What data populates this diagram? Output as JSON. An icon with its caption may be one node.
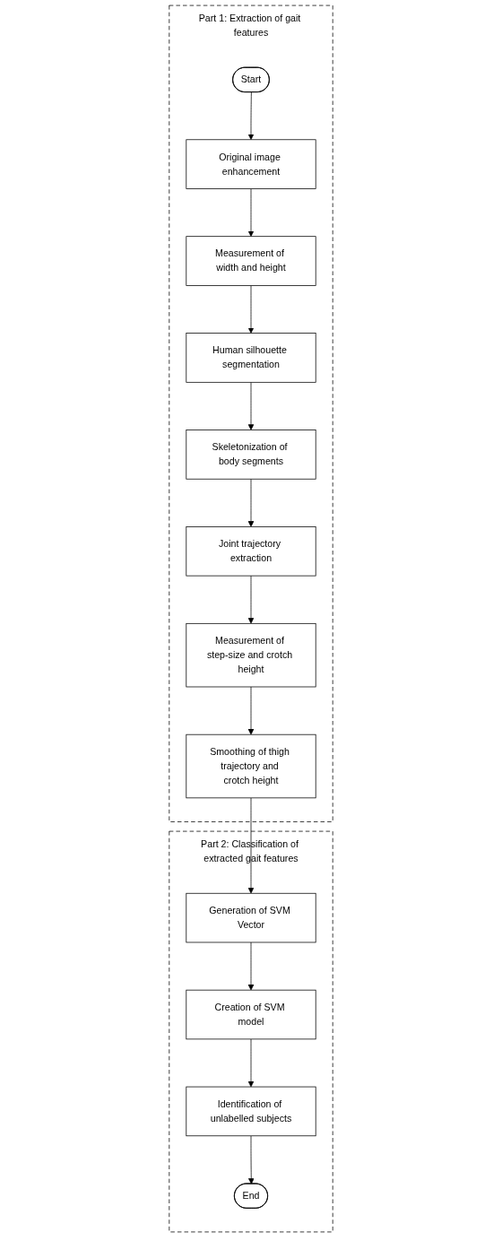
{
  "diagram": {
    "nodes": [
      {
        "text": [
          "Part 1: Extraction of gait features"
        ]
      },
      {
        "text": [
          "Start"
        ],
        "in": 0
      },
      {
        "text": [
          "Original image enhancement"
        ],
        "in": 0
      },
      {
        "text": [
          "Measurement of width and height"
        ],
        "in": 0
      },
      {
        "text": [
          "Human silhouette segmentation"
        ],
        "in": 0
      },
      {
        "text": [
          "Skeletonization of body segments"
        ],
        "in": 0
      },
      {
        "text": [
          "Joint trajectory extraction"
        ],
        "in": 0
      },
      {
        "text": [
          "Measurement of step-size and crotch height"
        ],
        "in": 0
      },
      {
        "text": [
          "Smoothing of thigh trajectory and crotch height"
        ],
        "in": 0
      },
      {
        "text": [
          "Part 2: Classification of extracted gait features"
        ]
      },
      {
        "text": [
          "Generation of SVM Vector"
        ],
        "in": 9
      },
      {
        "text": [
          "Creation of SVM model"
        ],
        "in": 9
      },
      {
        "text": [
          "Identification of unlabelled subjects"
        ],
        "in": 9
      },
      {
        "text": [
          "End"
        ],
        "in": 9
      }
    ],
    "edges": [
      {
        "from": 1,
        "to": 2,
        "arrow": "to"
      },
      {
        "from": 2,
        "to": 3,
        "arrow": "to"
      },
      {
        "from": 3,
        "to": 4,
        "arrow": "to"
      },
      {
        "from": 4,
        "to": 5,
        "arrow": "to"
      },
      {
        "from": 5,
        "to": 6,
        "arrow": "to"
      },
      {
        "from": 6,
        "to": 7,
        "arrow": "to"
      },
      {
        "from": 7,
        "to": 8,
        "arrow": "to"
      },
      {
        "from": 8,
        "to": 10,
        "arrow": "to"
      },
      {
        "from": 10,
        "to": 11,
        "arrow": "to"
      },
      {
        "from": 11,
        "to": 12,
        "arrow": "to"
      },
      {
        "from": 12,
        "to": 13,
        "arrow": "to"
      }
    ]
  }
}
